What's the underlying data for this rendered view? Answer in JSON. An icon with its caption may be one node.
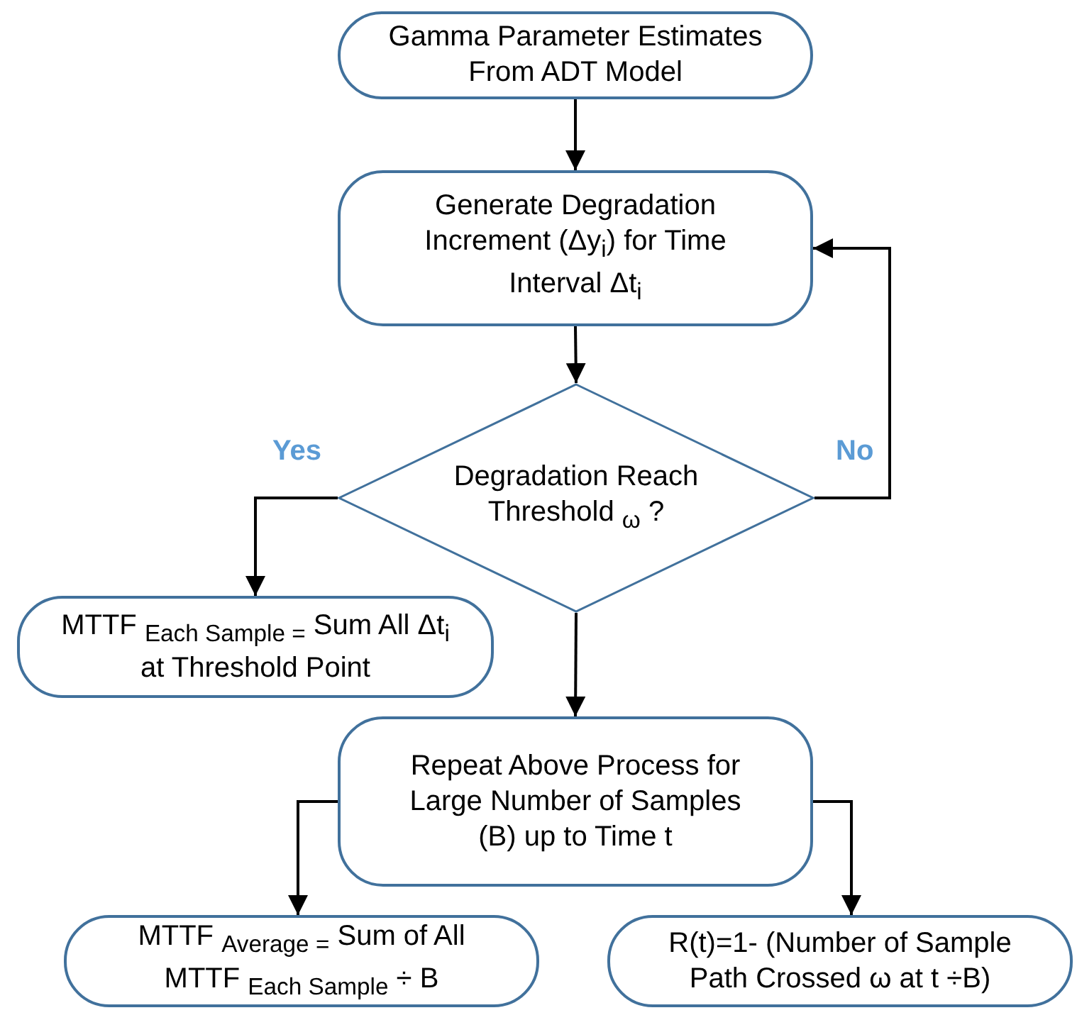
{
  "diagram": {
    "nodes": [
      {
        "text": [
          "Gamma Parameter Estimates From ADT Model"
        ]
      },
      {
        "text": [
          "Generate Degradation Increment (Δy$_{i}$) for Time Interval Δt$_{i}$"
        ]
      },
      {
        "text": [
          "Degradation Reach Threshold $_{ω}$ ?"
        ]
      },
      {
        "text": [
          "MTTF $_{Each Sample =}$ Sum All Δt$_{i}$ at Threshold Point"
        ]
      },
      {
        "text": [
          "Repeat Above Process for Large Number of Samples (B) up to Time t"
        ]
      },
      {
        "text": [
          "MTTF $_{Average =}$ Sum of All MTTF $_{Each Sample}$ ÷ B"
        ]
      },
      {
        "text": [
          "R(t)=1- (Number of Sample Path Crossed ω at t ÷B)"
        ]
      }
    ],
    "edges": [
      {
        "from": 0,
        "to": 1,
        "arrow": "to"
      },
      {
        "from": 1,
        "to": 2,
        "arrow": "to"
      },
      {
        "from": 2,
        "to": 3,
        "arrow": "to",
        "label": "Yes"
      },
      {
        "from": 2,
        "to": 1,
        "arrow": "to",
        "label": "No"
      },
      {
        "from": 2,
        "to": 4,
        "arrow": "to"
      },
      {
        "from": 4,
        "to": 5,
        "arrow": "to"
      },
      {
        "from": 4,
        "to": 6,
        "arrow": "to"
      }
    ]
  }
}
